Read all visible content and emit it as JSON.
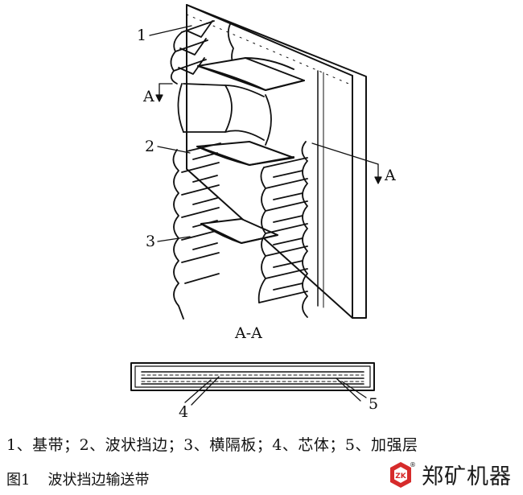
{
  "figure": {
    "labels": {
      "l1": "1",
      "l2": "2",
      "l3": "3",
      "l4": "4",
      "l5": "5",
      "a_left": "A",
      "a_right": "A",
      "section": "A-A"
    }
  },
  "legend": "1、基带；2、波状挡边；3、横隔板；4、芯体；5、加强层",
  "caption": {
    "number": "图1",
    "title": "波状挡边输送带"
  },
  "brand": {
    "logo_text": "ZK",
    "registered": "®",
    "name": "郑矿机器",
    "logo_color": "#d62b2b"
  }
}
